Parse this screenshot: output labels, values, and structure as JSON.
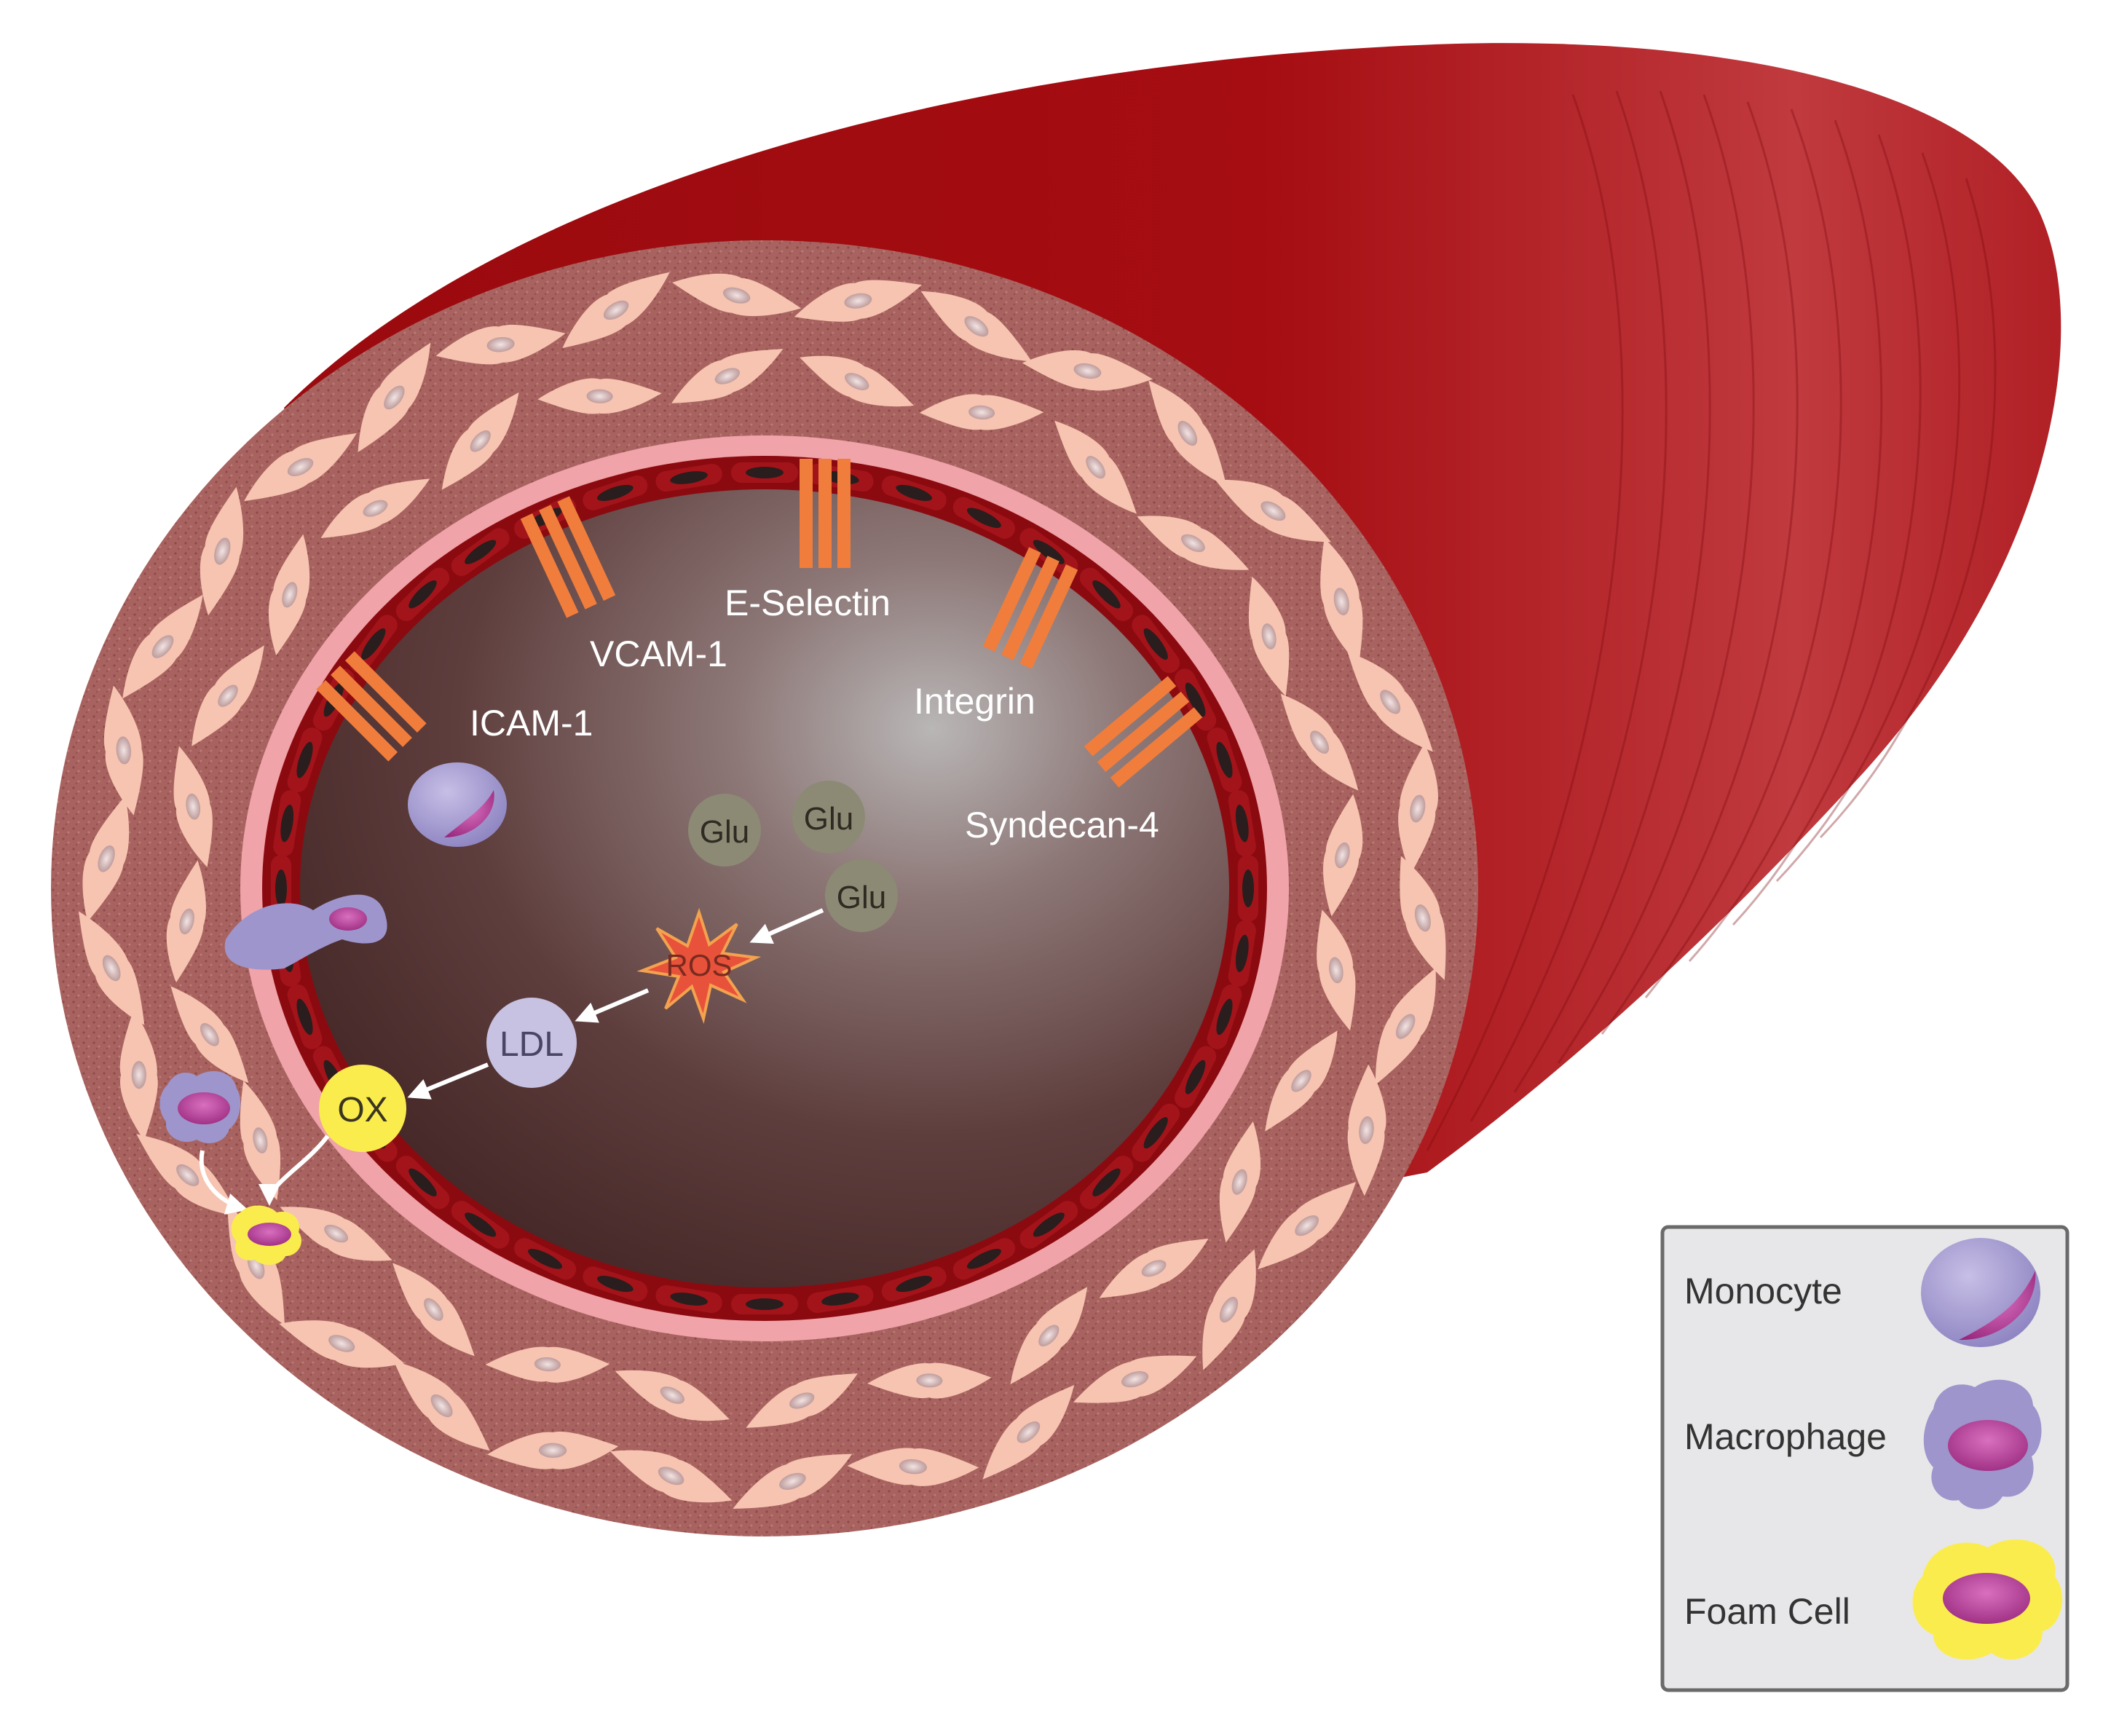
{
  "labels": {
    "icam1": "ICAM-1",
    "vcam1": "VCAM-1",
    "eselectin": "E-Selectin",
    "integrin": "Integrin",
    "syndecan4": "Syndecan-4",
    "glu": "Glu",
    "ros": "ROS",
    "ldl": "LDL",
    "ox": "OX"
  },
  "legend": {
    "items": [
      {
        "label": "Monocyte",
        "icon": "monocyte-icon"
      },
      {
        "label": "Macrophage",
        "icon": "macrophage-icon"
      },
      {
        "label": "Foam Cell",
        "icon": "foam-cell-icon"
      }
    ]
  },
  "colors": {
    "artery": "#a30d12",
    "wall": "#a86360",
    "smooth_muscle_cell": "#f6c4b0",
    "intima": "#f0a3a8",
    "endothelium": "#8b0a10",
    "lumen": "#4f2f2f",
    "receptor": "#f07d3c",
    "glucose": "#8c8a74",
    "ros": "#e8523a",
    "ldl": "#c7c1e2",
    "ox": "#fbec4e",
    "monocyte": "#9e95cc",
    "nucleus": "#b03a92"
  }
}
